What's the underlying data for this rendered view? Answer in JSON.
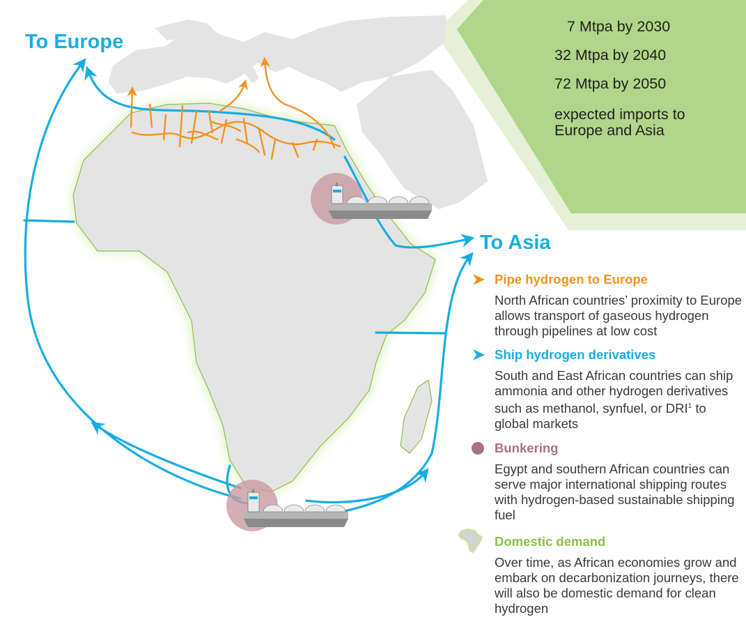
{
  "labels": {
    "to_europe": "To Europe",
    "to_asia": "To Asia"
  },
  "stats": {
    "lines": [
      "7 Mtpa by 2030",
      "32 Mtpa by 2040",
      "72 Mtpa by 2050"
    ],
    "description_1": "expected imports to",
    "description_2": "Europe and Asia"
  },
  "legend": {
    "pipe_title": "Pipe hydrogen to Europe",
    "pipe_desc": "North African countries’ proximity to Europe allows transport of gaseous hydrogen through pipelines at low cost",
    "ship_title": "Ship hydrogen derivatives",
    "ship_desc_1": "South and East African countries can ship ammonia and other hydrogen derivatives such as methanol, synfuel, or DRI",
    "ship_desc_sup": "1",
    "ship_desc_2": " to global markets",
    "bunker_title": "Bunkering",
    "bunker_desc": "Egypt and southern African countries can serve major international shipping routes with hydrogen-based sustainable shipping fuel",
    "domestic_title": "Domestic demand",
    "domestic_desc": "Over time, as African economies grow and embark on decarbonization journeys, there will also be domestic demand for clean hydrogen"
  },
  "colors": {
    "pipeline_orange": "#f39220",
    "shipping_blue": "#19ade0",
    "bunkering_mauve": "#a8757f",
    "domestic_green": "#8fbf4a",
    "land_gray": "#e4e4e4",
    "panel_green": "#b1d58a"
  },
  "icons": {
    "pipe_marker": "orange-arrowhead-icon",
    "ship_marker": "blue-arrowhead-icon",
    "bunker_marker": "mauve-circle-icon",
    "domestic_marker": "africa-silhouette-icon",
    "ship": "lng-tanker-ship-icon"
  }
}
